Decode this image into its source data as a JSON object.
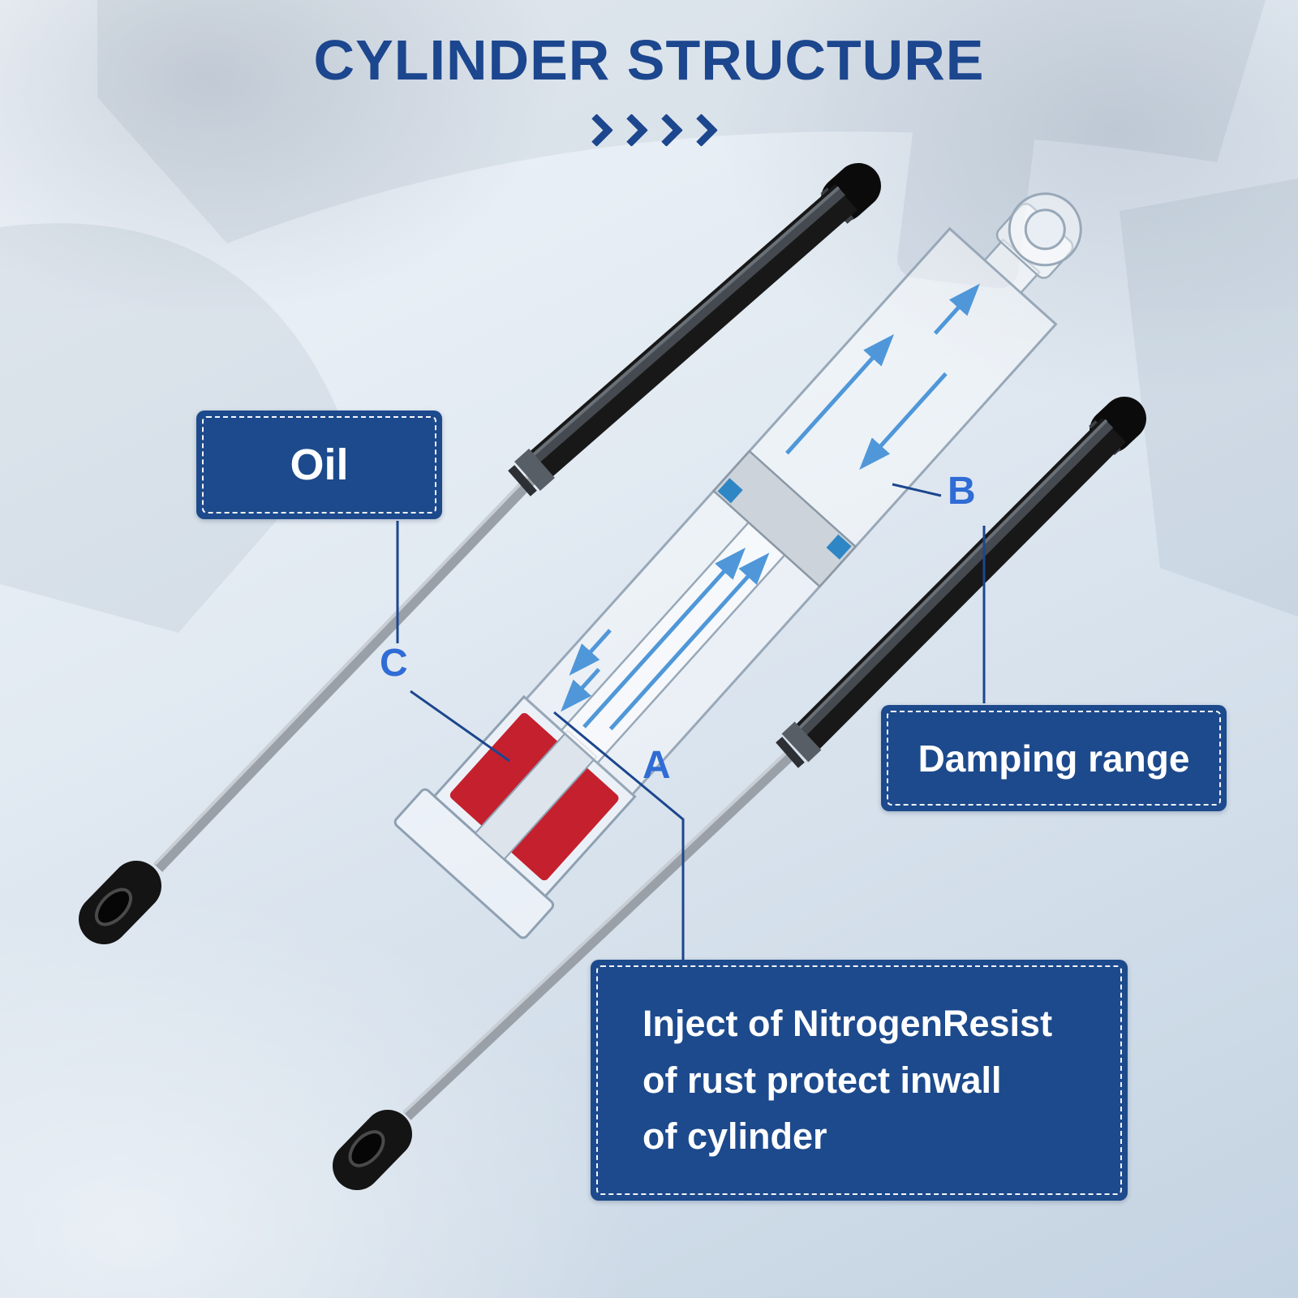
{
  "page": {
    "title": "CYLINDER STRUCTURE"
  },
  "callouts": {
    "oil": {
      "label": "Oil"
    },
    "damping": {
      "label": "Damping range"
    },
    "inject": {
      "lines": [
        "Inject of NitrogenResist",
        "of rust protect inwall",
        "of cylinder"
      ]
    }
  },
  "markers": {
    "a": "A",
    "b": "B",
    "c": "C"
  },
  "icons": {
    "chevron": {
      "name": "chevron-right-icon",
      "count": 4,
      "shape": "css-rotated-square"
    }
  },
  "colors": {
    "navy": "#1c468e",
    "marker_blue": "#2f6cd5",
    "arrow_blue": "#4f97d9",
    "seal_red": "#c5202e",
    "strut_black": "#161616",
    "rod_gray": "#9aa0a8"
  }
}
